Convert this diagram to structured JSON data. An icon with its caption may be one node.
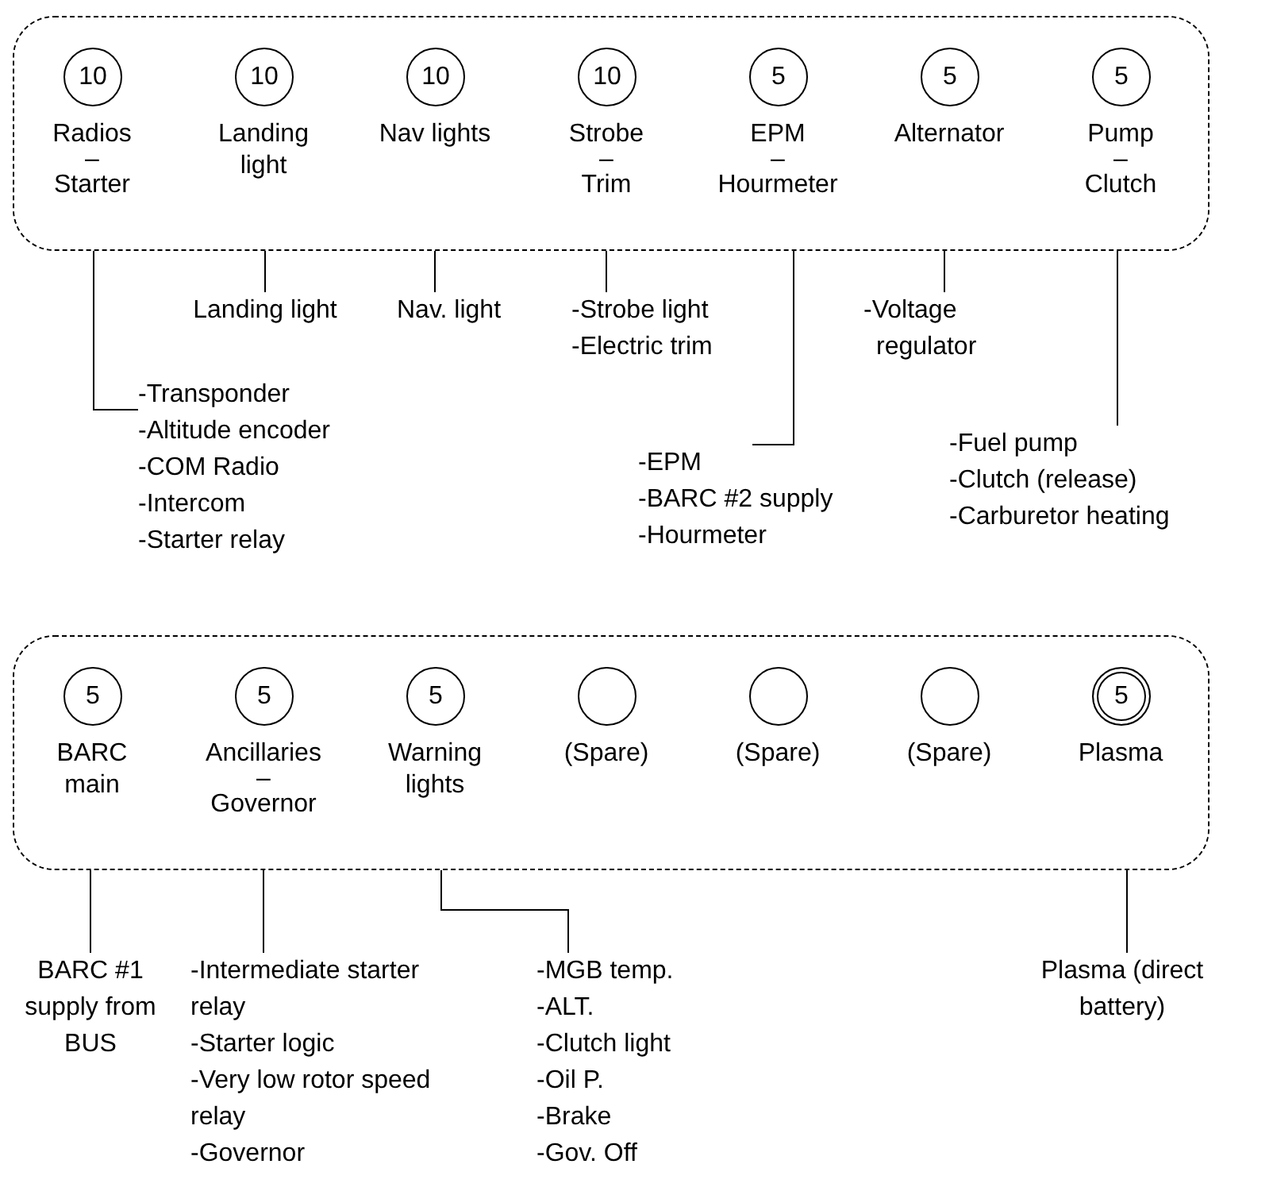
{
  "diagram": {
    "nodes": [
      {
        "text": [],
        "shape": "box"
      },
      {
        "text": [
          "10"
        ],
        "in": 0,
        "beside": [
          "Radios",
          "–",
          "Starter"
        ]
      },
      {
        "text": [
          "10"
        ],
        "in": 0,
        "beside": [
          "Landing light"
        ]
      },
      {
        "text": [
          "10"
        ],
        "in": 0,
        "beside": [
          "Nav lights"
        ]
      },
      {
        "text": [
          "10"
        ],
        "in": 0,
        "beside": [
          "Strobe",
          "–",
          "Trim"
        ]
      },
      {
        "text": [
          "5"
        ],
        "in": 0,
        "beside": [
          "EPM",
          "–",
          "Hourmeter"
        ]
      },
      {
        "text": [
          "5"
        ],
        "in": 0,
        "beside": [
          "Alternator"
        ]
      },
      {
        "text": [
          "5"
        ],
        "in": 0,
        "beside": [
          "Pump",
          "–",
          "Clutch"
        ]
      },
      {
        "text": [
          "Landing light"
        ]
      },
      {
        "text": [
          "Nav. light"
        ]
      },
      {
        "text": [
          "-Strobe light",
          "-Electric trim"
        ]
      },
      {
        "text": [
          "-Voltage regulator"
        ]
      },
      {
        "text": [
          "-Transponder",
          "-Altitude encoder",
          "-COM Radio",
          "-Intercom",
          "-Starter relay"
        ]
      },
      {
        "text": [
          "-EPM",
          "-BARC #2 supply",
          "-Hourmeter"
        ]
      },
      {
        "text": [
          "-Fuel pump",
          "-Clutch (release)",
          "-Carburetor heating"
        ]
      },
      {
        "text": [],
        "shape": "box"
      },
      {
        "text": [
          "5"
        ],
        "in": 15,
        "beside": [
          "BARC main"
        ]
      },
      {
        "text": [
          "5"
        ],
        "in": 15,
        "beside": [
          "Ancillaries",
          "–",
          "Governor"
        ]
      },
      {
        "text": [
          "5"
        ],
        "in": 15,
        "beside": [
          "Warning lights"
        ]
      },
      {
        "text": [],
        "shape": "circle",
        "in": 15,
        "beside": [
          "(Spare)"
        ]
      },
      {
        "text": [],
        "shape": "circle",
        "in": 15,
        "beside": [
          "(Spare)"
        ]
      },
      {
        "text": [],
        "shape": "circle",
        "in": 15,
        "beside": [
          "(Spare)"
        ]
      },
      {
        "text": [
          "5"
        ],
        "in": 15,
        "beside": [
          "Plasma"
        ]
      },
      {
        "text": [
          "BARC #1 supply from BUS"
        ]
      },
      {
        "text": [
          "-Intermediate starter relay",
          "-Starter logic",
          "-Very low rotor speed relay",
          "-Governor"
        ]
      },
      {
        "text": [
          "-MGB temp.",
          "-ALT.",
          "-Clutch light",
          "-Oil P.",
          "-Brake",
          "-Gov. Off"
        ]
      },
      {
        "text": [
          "Plasma (direct battery)"
        ]
      }
    ],
    "edges": [
      {
        "from": 0,
        "to": 12,
        "arrow": "none"
      },
      {
        "from": 0,
        "to": 8,
        "arrow": "none"
      },
      {
        "from": 0,
        "to": 9,
        "arrow": "none"
      },
      {
        "from": 0,
        "to": 10,
        "arrow": "none"
      },
      {
        "from": 0,
        "to": 13,
        "arrow": "none"
      },
      {
        "from": 0,
        "to": 11,
        "arrow": "none"
      },
      {
        "from": 0,
        "to": 14,
        "arrow": "none"
      },
      {
        "from": 15,
        "to": 23,
        "arrow": "none"
      },
      {
        "from": 15,
        "to": 24,
        "arrow": "none"
      },
      {
        "from": 15,
        "to": 25,
        "arrow": "none"
      },
      {
        "from": 15,
        "to": 26,
        "arrow": "none"
      }
    ]
  }
}
